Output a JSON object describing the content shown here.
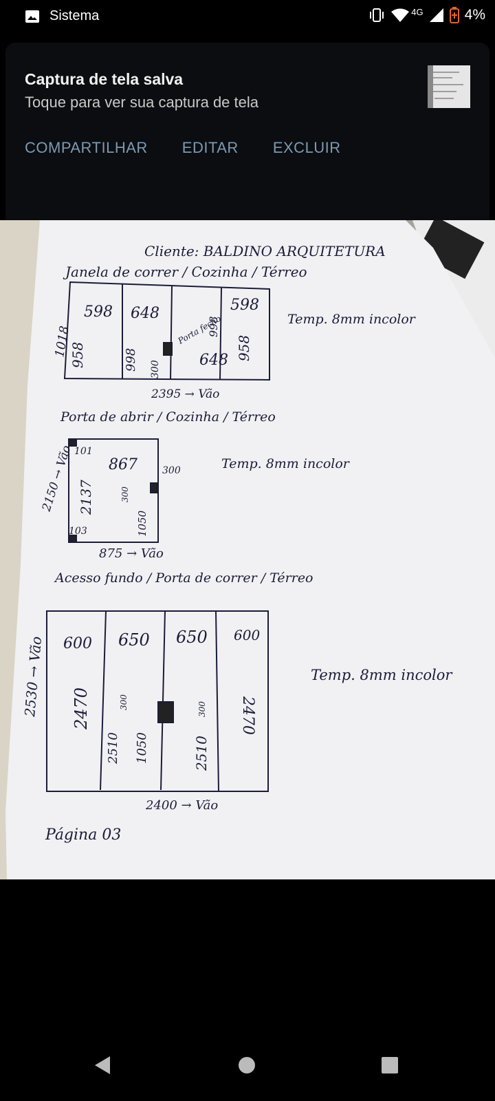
{
  "status_bar": {
    "app_name": "Sistema",
    "battery_percent": "4%",
    "network_type": "4G",
    "icons": [
      "image-icon",
      "vibrate-icon",
      "wifi-icon",
      "signal-icon",
      "battery-icon"
    ]
  },
  "notification": {
    "title": "Captura de tela salva",
    "text": "Toque para ver sua captura de tela",
    "actions": [
      "COMPARTILHAR",
      "EDITAR",
      "EXCLUIR"
    ]
  },
  "photo": {
    "header": "Cliente: BALDINO ARQUITETURA",
    "section1": {
      "title": "Janela de correr / Cozinha / Térreo",
      "note": "Temp. 8mm incolor",
      "width_label": "2395 → Vão",
      "height_label": "1018",
      "panels_top": [
        "598",
        "648",
        "598"
      ],
      "panels_bottom": [
        "958",
        "998",
        "648",
        "998",
        "958"
      ],
      "small": [
        "300",
        "Porta fecho"
      ]
    },
    "section2": {
      "title": "Porta de abrir / Cozinha / Térreo",
      "note": "Temp. 8mm incolor",
      "width_label": "875 → Vão",
      "height_label": "2150 → Vão",
      "values": [
        "101",
        "867",
        "2137",
        "103",
        "1050",
        "300",
        "300"
      ]
    },
    "section3": {
      "title": "Acesso fundo / Porta de correr / Térreo",
      "note": "Temp. 8mm incolor",
      "width_label": "2400 → Vão",
      "height_label": "2530 → Vão",
      "panels_top": [
        "600",
        "650",
        "650",
        "600"
      ],
      "panels_side": [
        "2470",
        "2510",
        "1050",
        "2510",
        "2470"
      ],
      "small": [
        "300",
        "300"
      ]
    },
    "footer": "Página 03"
  },
  "nav": [
    "back-icon",
    "home-icon",
    "recents-icon"
  ],
  "colors": {
    "notification_bg": "#0b0d10",
    "action": "#7d99b3",
    "paper": "#f2f2f4",
    "ink": "#1b1b3a"
  }
}
